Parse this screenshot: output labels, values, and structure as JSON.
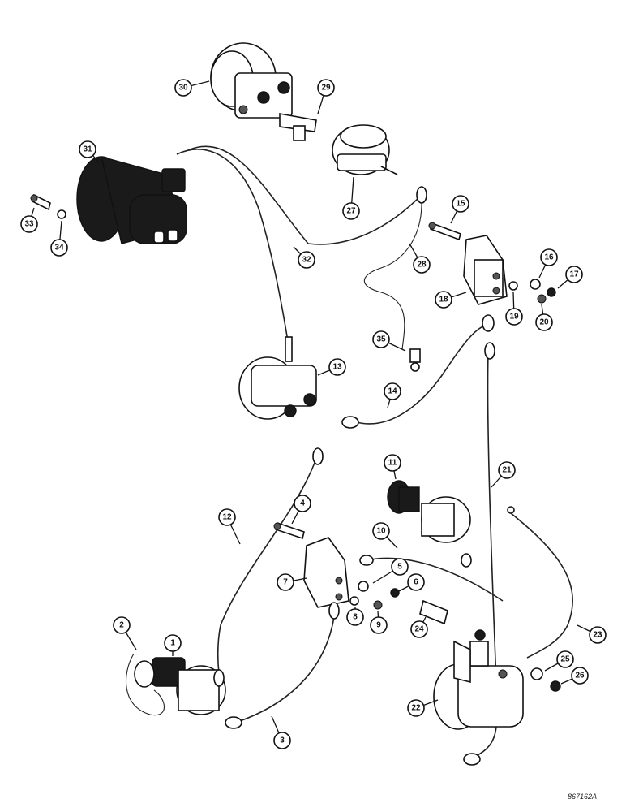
{
  "drawing_code": "867162A",
  "callouts": [
    {
      "num": "1"
    },
    {
      "num": "2"
    },
    {
      "num": "3"
    },
    {
      "num": "4"
    },
    {
      "num": "5"
    },
    {
      "num": "6"
    },
    {
      "num": "7"
    },
    {
      "num": "8"
    },
    {
      "num": "9"
    },
    {
      "num": "10"
    },
    {
      "num": "11"
    },
    {
      "num": "12"
    },
    {
      "num": "13"
    },
    {
      "num": "14"
    },
    {
      "num": "15"
    },
    {
      "num": "16"
    },
    {
      "num": "17"
    },
    {
      "num": "18"
    },
    {
      "num": "19"
    },
    {
      "num": "20"
    },
    {
      "num": "21"
    },
    {
      "num": "22"
    },
    {
      "num": "23"
    },
    {
      "num": "24"
    },
    {
      "num": "25"
    },
    {
      "num": "26"
    },
    {
      "num": "27"
    },
    {
      "num": "28"
    },
    {
      "num": "29"
    },
    {
      "num": "30"
    },
    {
      "num": "31"
    },
    {
      "num": "32"
    },
    {
      "num": "33"
    },
    {
      "num": "34"
    },
    {
      "num": "35"
    }
  ]
}
